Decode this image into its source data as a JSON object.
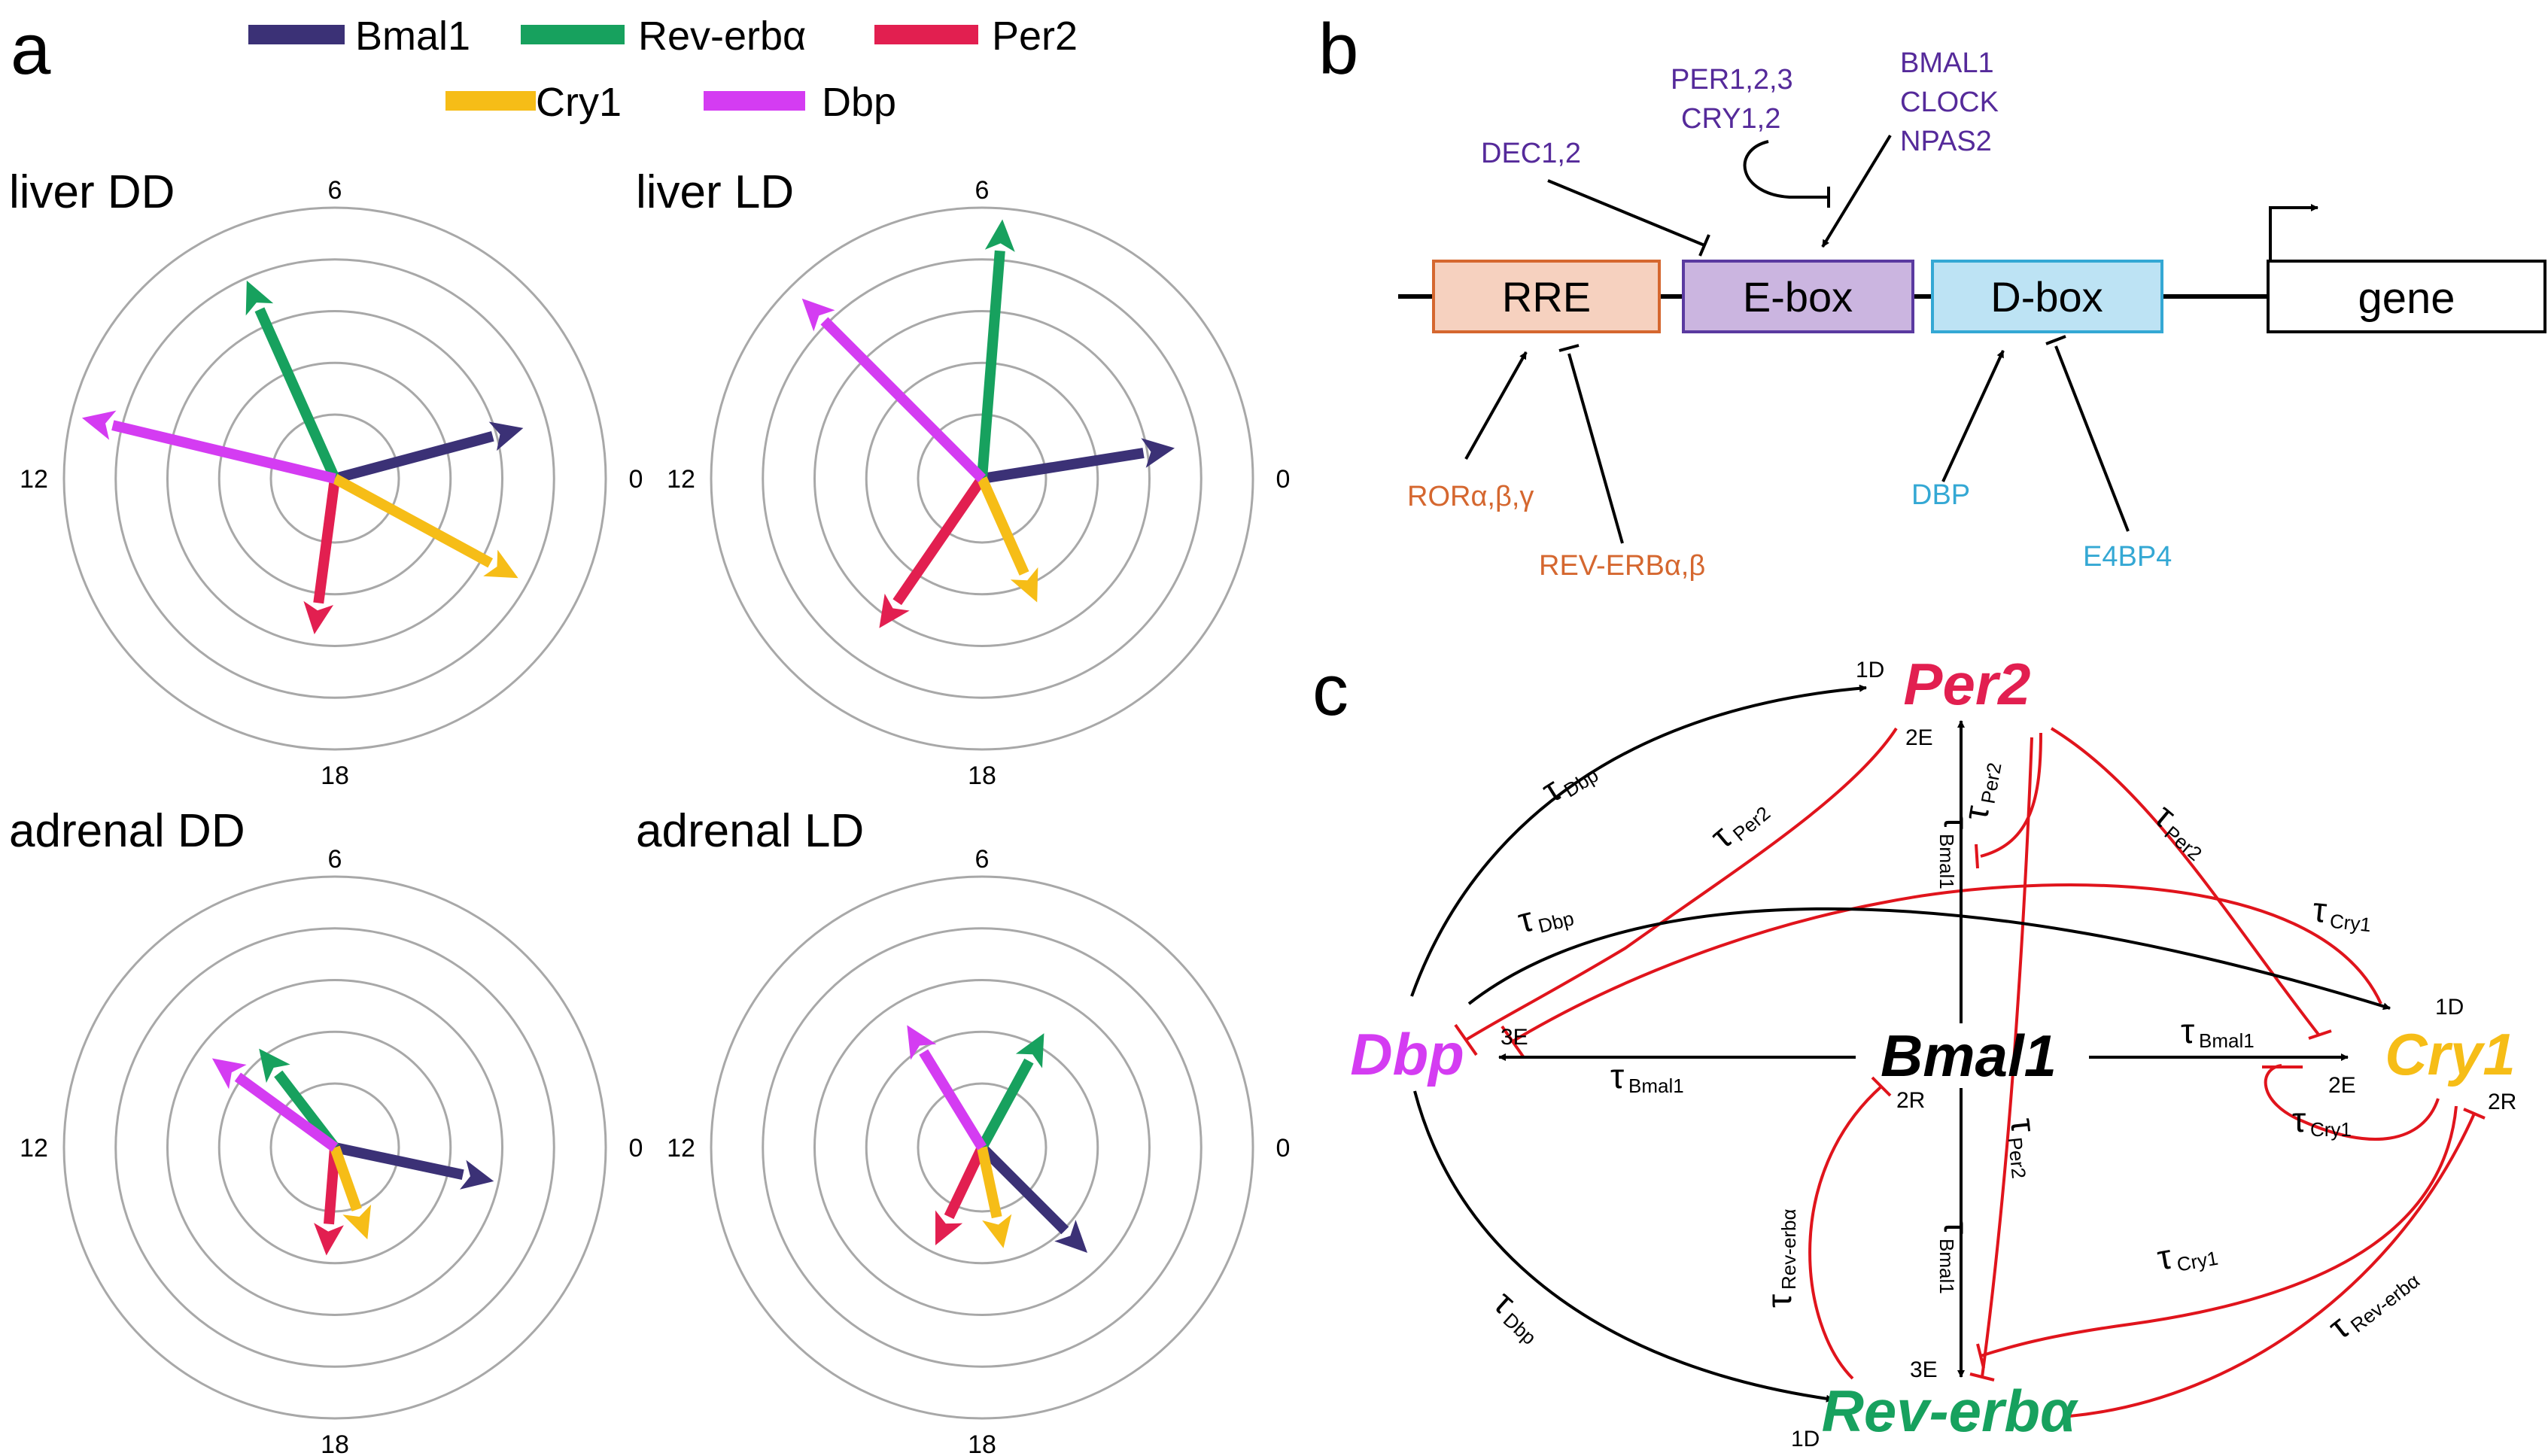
{
  "panel_letters": {
    "a": "a",
    "b": "b",
    "c": "c"
  },
  "colors": {
    "Bmal1": "#3b3176",
    "Rev-erbα": "#17a15e",
    "Per2": "#e21f50",
    "Cry1": "#f6bd17",
    "Dbp": "#d43cf2",
    "grid": "#a8a8a8",
    "rre_fill": "#f6d1bf",
    "rre_stroke": "#d5672f",
    "ebox_fill": "#cbb5e0",
    "ebox_stroke": "#5a3aa0",
    "dbox_fill": "#bde3f4",
    "dbox_stroke": "#34a8d4",
    "label_purple": "#552a9a",
    "label_orange": "#d5672f",
    "label_blue": "#34a8d4",
    "inhibit_red": "#e0141c"
  },
  "legend": [
    {
      "label": "Bmal1",
      "color": "#3b3176"
    },
    {
      "label": "Rev-erbα",
      "color": "#17a15e"
    },
    {
      "label": "Per2",
      "color": "#e21f50"
    },
    {
      "label": "Cry1",
      "color": "#f6bd17"
    },
    {
      "label": "Dbp",
      "color": "#d43cf2"
    }
  ],
  "polar_tick_labels": {
    "top": "6",
    "left": "12",
    "right": "0",
    "bottom": "18"
  },
  "chart_data": [
    {
      "type": "polar-phase-vectors",
      "title": "liver DD",
      "angle_unit": "hours (24h clock, 0 at right, counter-clockwise)",
      "radial_rings": 5,
      "series": [
        {
          "name": "Bmal1",
          "phase_h": 1.0,
          "amplitude": 0.72
        },
        {
          "name": "Rev-erbα",
          "phase_h": 7.6,
          "amplitude": 0.8
        },
        {
          "name": "Per2",
          "phase_h": 17.5,
          "amplitude": 0.58
        },
        {
          "name": "Cry1",
          "phase_h": 22.1,
          "amplitude": 0.77
        },
        {
          "name": "Dbp",
          "phase_h": 11.1,
          "amplitude": 0.96
        }
      ]
    },
    {
      "type": "polar-phase-vectors",
      "title": "liver LD",
      "angle_unit": "hours (24h clock, 0 at right, counter-clockwise)",
      "radial_rings": 5,
      "series": [
        {
          "name": "Bmal1",
          "phase_h": 0.6,
          "amplitude": 0.72
        },
        {
          "name": "Rev-erbα",
          "phase_h": 5.7,
          "amplitude": 0.96
        },
        {
          "name": "Per2",
          "phase_h": 15.7,
          "amplitude": 0.67
        },
        {
          "name": "Cry1",
          "phase_h": 19.6,
          "amplitude": 0.5
        },
        {
          "name": "Dbp",
          "phase_h": 9.0,
          "amplitude": 0.94
        }
      ]
    },
    {
      "type": "polar-phase-vectors",
      "title": "adrenal DD",
      "angle_unit": "hours (24h clock, 0 at right, counter-clockwise)",
      "radial_rings": 5,
      "series": [
        {
          "name": "Bmal1",
          "phase_h": 23.2,
          "amplitude": 0.6
        },
        {
          "name": "Rev-erbα",
          "phase_h": 8.5,
          "amplitude": 0.46
        },
        {
          "name": "Per2",
          "phase_h": 17.7,
          "amplitude": 0.4
        },
        {
          "name": "Cry1",
          "phase_h": 19.3,
          "amplitude": 0.36
        },
        {
          "name": "Dbp",
          "phase_h": 9.6,
          "amplitude": 0.56
        }
      ]
    },
    {
      "type": "polar-phase-vectors",
      "title": "adrenal LD",
      "angle_unit": "hours (24h clock, 0 at right, counter-clockwise)",
      "radial_rings": 5,
      "series": [
        {
          "name": "Bmal1",
          "phase_h": 21.0,
          "amplitude": 0.55
        },
        {
          "name": "Rev-erbα",
          "phase_h": 4.1,
          "amplitude": 0.48
        },
        {
          "name": "Per2",
          "phase_h": 16.3,
          "amplitude": 0.4
        },
        {
          "name": "Cry1",
          "phase_h": 18.8,
          "amplitude": 0.38
        },
        {
          "name": "Dbp",
          "phase_h": 8.1,
          "amplitude": 0.53
        }
      ]
    }
  ],
  "promoter": {
    "rre": "RRE",
    "ebox": "E-box",
    "dbox": "D-box",
    "gene": "gene",
    "dec": "DEC1,2",
    "per_line1": "PER1,2,3",
    "per_line2": "CRY1,2",
    "bmal_line1": "BMAL1",
    "bmal_line2": "CLOCK",
    "bmal_line3": "NPAS2",
    "ror": "RORα,β,γ",
    "reverb": "REV-ERBα,β",
    "dbp": "DBP",
    "e4bp4": "E4BP4"
  },
  "network": {
    "nodes": {
      "per2": "Per2",
      "dbp": "Dbp",
      "bmal1": "Bmal1",
      "cry1": "Cry1",
      "reverb": "Rev-erbα"
    },
    "tau_symbol": "τ",
    "tau_subscripts": {
      "dbp": "Dbp",
      "per2": "Per2",
      "bmal1": "Bmal1",
      "cry1": "Cry1",
      "reverb": "Rev-erbα"
    },
    "ports": {
      "d1": "1D",
      "e2": "2E",
      "e3": "3E",
      "r2": "2R"
    }
  }
}
